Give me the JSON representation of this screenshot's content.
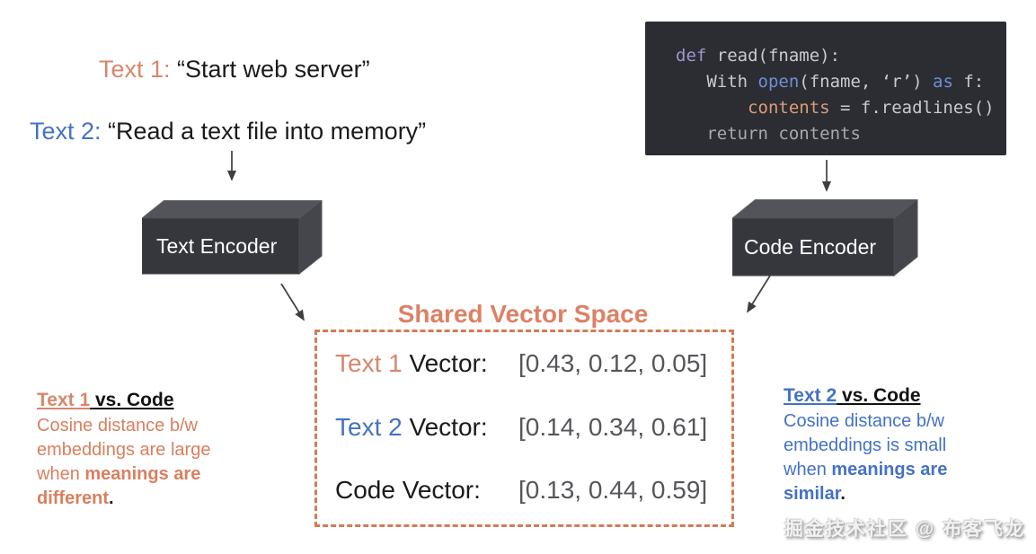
{
  "colors": {
    "accent_orange": "#D8866A",
    "accent_orange_body": "#D97F5E",
    "accent_blue": "#4472C4",
    "vector_value_gray": "#55565A",
    "code_background": "#2B2D33",
    "code_keyword_purple": "#9B97CE",
    "code_function_blue": "#6E8FD6",
    "code_variable_orange": "#DF9C77",
    "encoder_box_dark": "#35373D",
    "dashed_border_orange": "#D57A55"
  },
  "samples": {
    "text1_label": "Text 1:",
    "text1_quote": " “Start web server”",
    "text2_label": "Text 2:",
    "text2_quote": " “Read a text file into memory”"
  },
  "code": {
    "line1": {
      "kw": "def",
      "rest": " read(fname):"
    },
    "line2": {
      "pre": "   With ",
      "kw": "open",
      "mid": "(fname, ‘r’) ",
      "kw2": "as",
      "post": " f:"
    },
    "line3": {
      "var": "       contents",
      "rest": " = f.readlines()"
    },
    "line4": {
      "text": "   return contents"
    }
  },
  "encoders": {
    "text_label": "Text Encoder",
    "code_label": "Code Encoder"
  },
  "shared_space": {
    "title": "Shared Vector Space",
    "rows": [
      {
        "name": "Text 1",
        "suffix": " Vector:",
        "values": "[0.43, 0.12, 0.05]"
      },
      {
        "name": "Text 2",
        "suffix": " Vector:",
        "values": "[0.14, 0.34, 0.61]"
      },
      {
        "name": "",
        "suffix": "Code Vector:",
        "values": "[0.13, 0.44, 0.59]"
      }
    ]
  },
  "left_note": {
    "title_name": "Text 1",
    "title_rest": " vs. Code",
    "line1": "Cosine distance b/w",
    "line2": "embeddings are large",
    "line3_pre": "when ",
    "line3_bold": "meanings are",
    "line4_bold": "different",
    "period": "."
  },
  "right_note": {
    "title_name": "Text 2",
    "title_rest": " vs. Code",
    "line1": "Cosine distance b/w",
    "line2": "embeddings is small",
    "line3_pre": "when ",
    "line3_bold": "meanings are",
    "line4_bold": "similar",
    "period": "."
  },
  "watermark": "掘金技术社区 @ 布客飞龙"
}
